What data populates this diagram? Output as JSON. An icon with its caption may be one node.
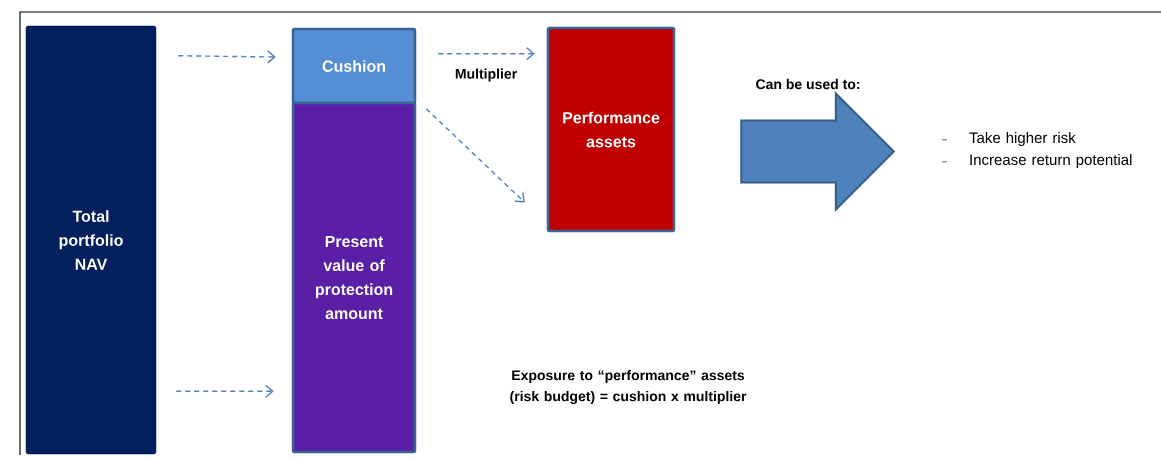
{
  "diagram": {
    "nodes": [
      {
        "text": [
          "Total portfolio NAV"
        ]
      },
      {
        "text": [
          "Cushion"
        ]
      },
      {
        "text": [
          "Present value of protection amount"
        ]
      },
      {
        "text": [
          "Performance assets"
        ]
      },
      {
        "text": [
          "Take higher risk",
          "Increase return potential"
        ]
      }
    ],
    "edges": [
      {
        "from": 0,
        "to": 1,
        "arrow": "to",
        "style": "dashed"
      },
      {
        "from": 0,
        "to": 2,
        "arrow": "to",
        "style": "dashed"
      },
      {
        "from": 1,
        "to": 3,
        "arrow": "to",
        "style": "dashed",
        "label": "Multiplier"
      },
      {
        "from": 2,
        "to": 3,
        "arrow": "to",
        "style": "dashed"
      },
      {
        "from": 3,
        "to": 4,
        "arrow": "to",
        "style": "thick",
        "label": "Can be used to:"
      }
    ],
    "labels": [
      "Exposure to “performance” assets (risk budget) = cushion x multiplier"
    ]
  }
}
